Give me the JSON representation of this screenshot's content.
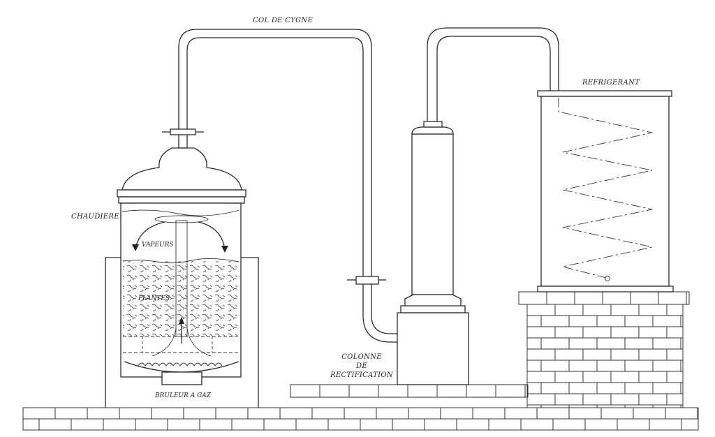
{
  "labels": {
    "col_de_cygne": "COL DE CYGNE",
    "refrigerant": "REFRIGERANT",
    "chaudiere": "CHAUDIERE",
    "vapeurs": "VAPEURS",
    "plantes": "PLANTES",
    "bruleur": "BRULEUR A GAZ",
    "colonne_1": "COLONNE",
    "colonne_2": "DE",
    "colonne_3": "RECTIFICATION"
  }
}
